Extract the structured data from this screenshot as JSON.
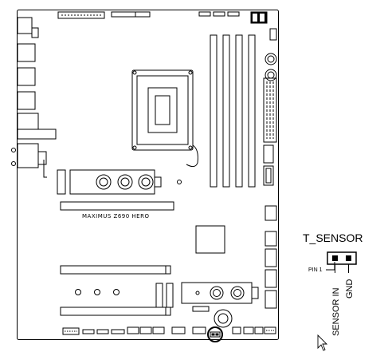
{
  "board": {
    "model_label": "MAXIMUS Z690 HERO"
  },
  "connector": {
    "title": "T_SENSOR",
    "pin1_label": "PIN 1",
    "pins": [
      {
        "label": "SENSOR IN"
      },
      {
        "label": "GND"
      }
    ]
  },
  "icons": {
    "cursor": "mouse-pointer-icon",
    "highlight": "highlight-circle"
  },
  "colors": {
    "line": "#000000",
    "background": "#ffffff"
  }
}
